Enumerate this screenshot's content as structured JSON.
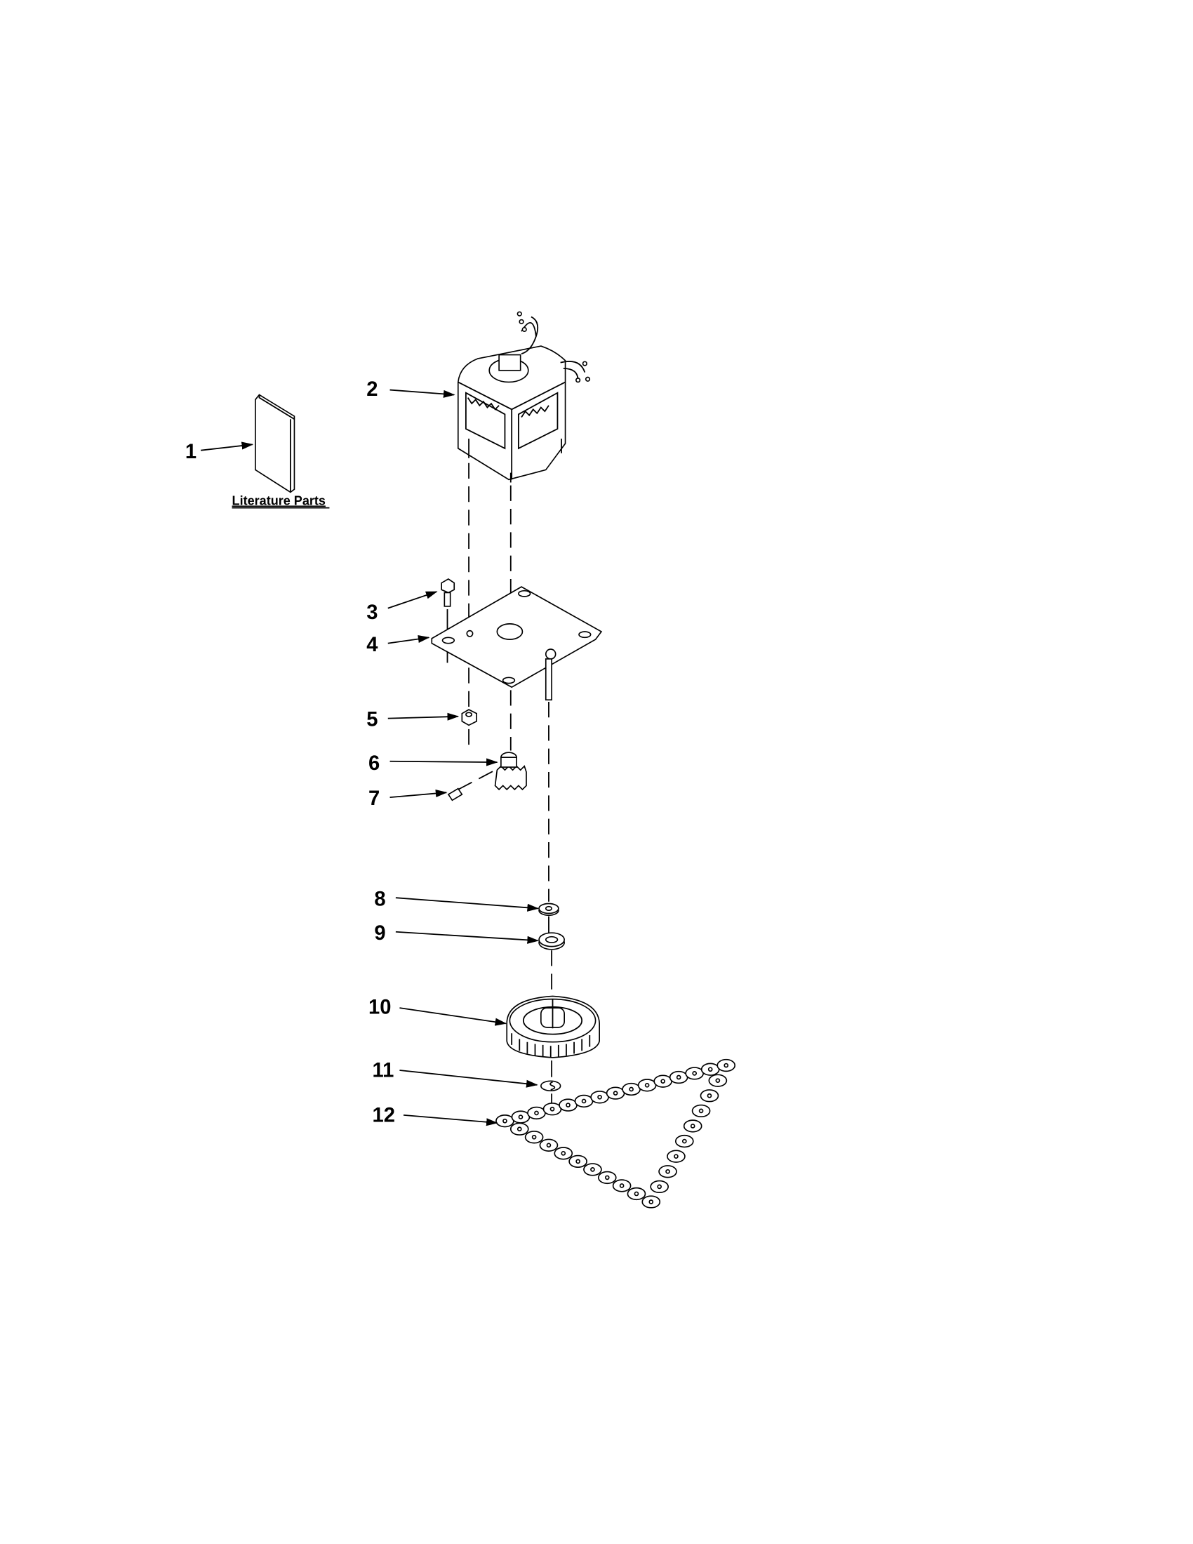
{
  "diagram": {
    "literature_label": "Literature Parts",
    "callouts": [
      {
        "number": "1",
        "part": "literature"
      },
      {
        "number": "2",
        "part": "motor"
      },
      {
        "number": "3",
        "part": "screw"
      },
      {
        "number": "4",
        "part": "mounting-bracket"
      },
      {
        "number": "5",
        "part": "nut"
      },
      {
        "number": "6",
        "part": "pinion-gear"
      },
      {
        "number": "7",
        "part": "set-screw"
      },
      {
        "number": "8",
        "part": "washer"
      },
      {
        "number": "9",
        "part": "bearing-washer"
      },
      {
        "number": "10",
        "part": "sprocket-gear"
      },
      {
        "number": "11",
        "part": "retaining-clip"
      },
      {
        "number": "12",
        "part": "chain"
      }
    ]
  }
}
